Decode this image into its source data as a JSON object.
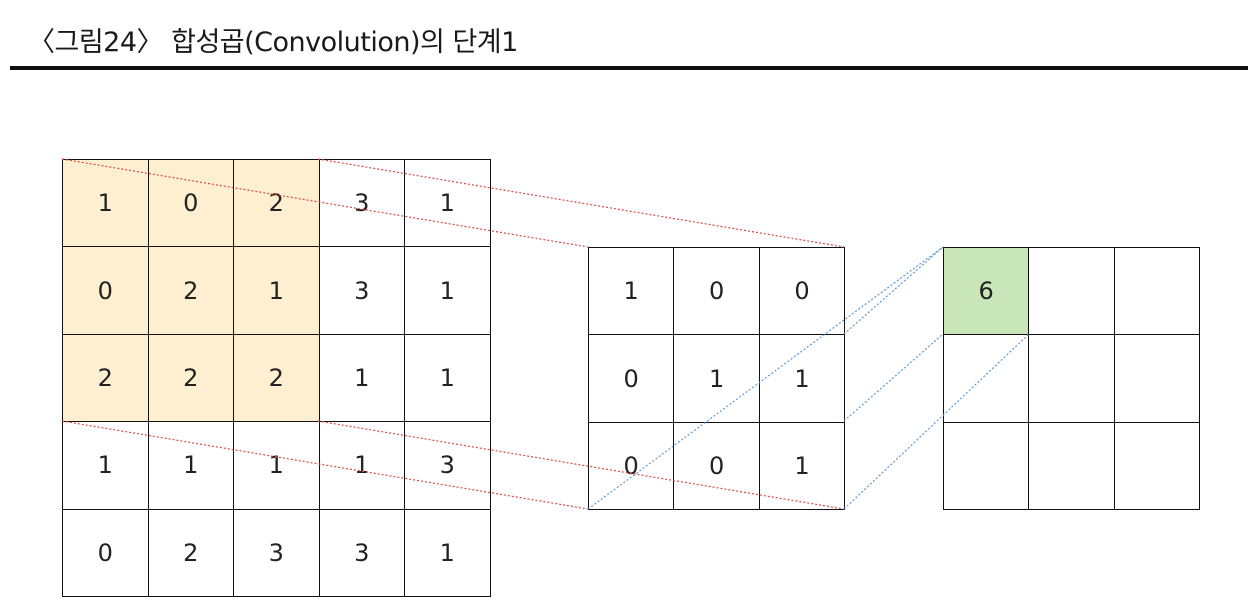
{
  "title": "〈그림24〉 합성곱(Convolution)의 단계1",
  "input_matrix": [
    [
      "1",
      "0",
      "2",
      "3",
      "1"
    ],
    [
      "0",
      "2",
      "1",
      "3",
      "1"
    ],
    [
      "2",
      "2",
      "2",
      "1",
      "1"
    ],
    [
      "1",
      "1",
      "1",
      "1",
      "3"
    ],
    [
      "0",
      "2",
      "3",
      "3",
      "1"
    ]
  ],
  "kernel_matrix": [
    [
      "1",
      "0",
      "0"
    ],
    [
      "0",
      "1",
      "1"
    ],
    [
      "0",
      "0",
      "1"
    ]
  ],
  "output_matrix": [
    [
      "6",
      "",
      ""
    ],
    [
      "",
      "",
      ""
    ],
    [
      "",
      "",
      ""
    ]
  ],
  "colors": {
    "window_highlight": "#fdefd0",
    "output_highlight": "#c8e6b8",
    "input_to_kernel_lines": "#e04848",
    "kernel_to_output_lines": "#5b9bd5"
  },
  "highlight": {
    "input_window_rows": 3,
    "input_window_cols": 3,
    "output_row": 0,
    "output_col": 0
  }
}
